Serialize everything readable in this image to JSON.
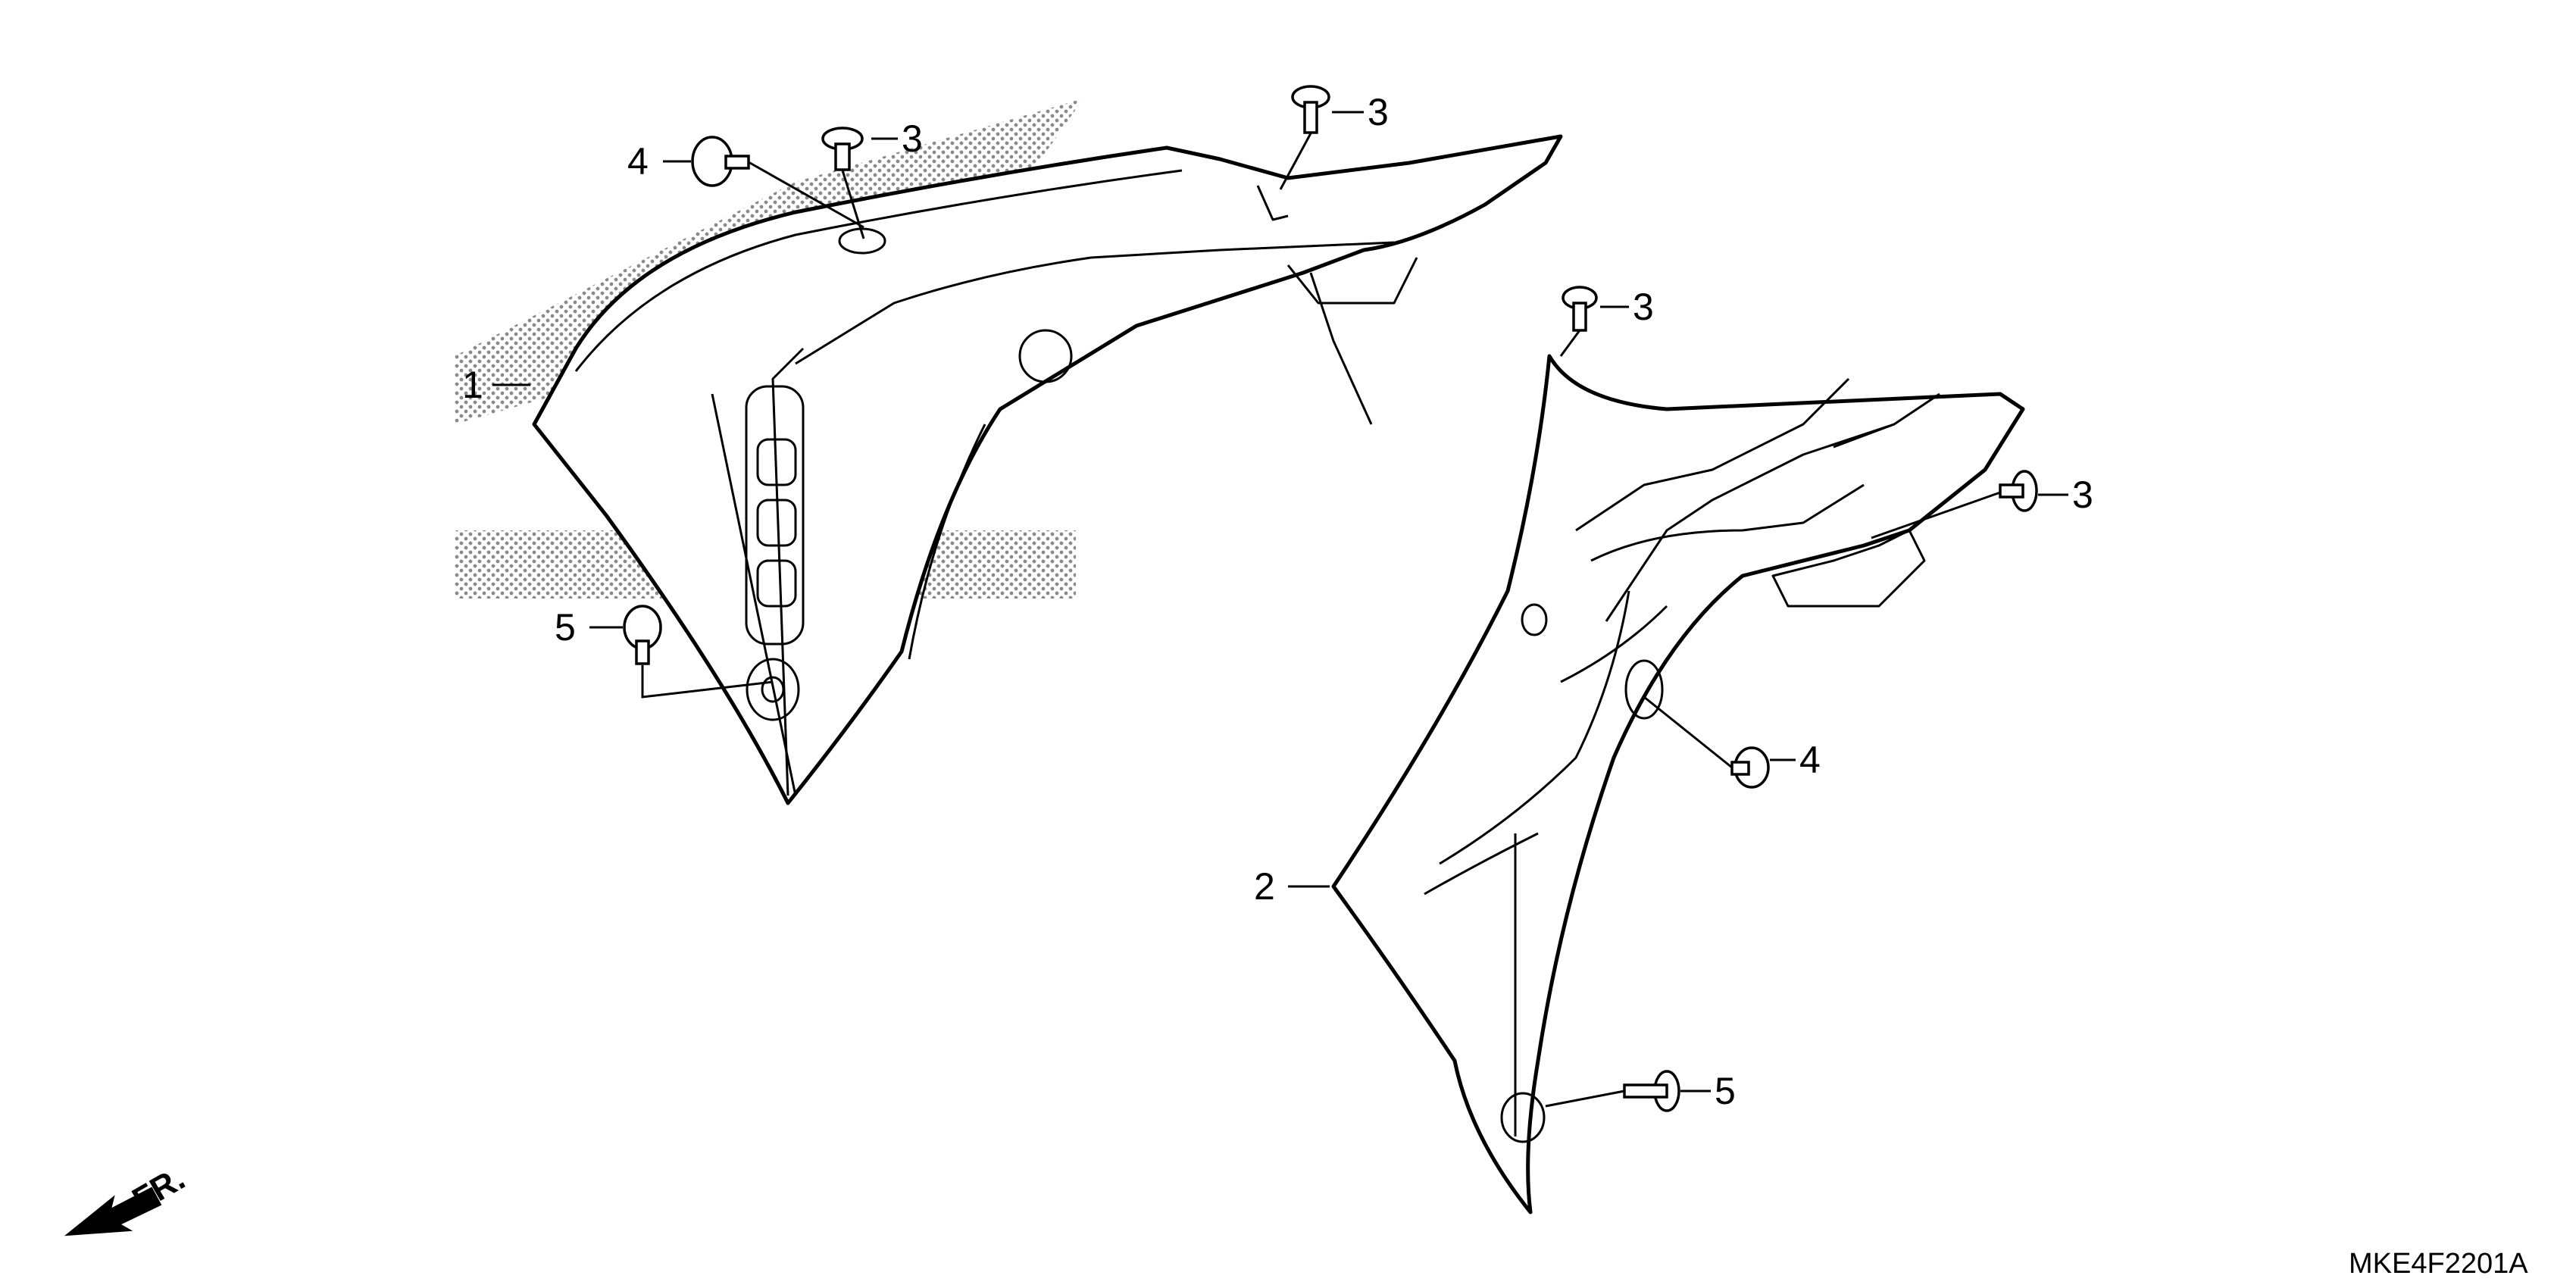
{
  "diagram": {
    "code": "MKE4F2201A",
    "front_marker": "FR.",
    "callouts": [
      {
        "id": "c1",
        "text": "1"
      },
      {
        "id": "c2",
        "text": "2"
      },
      {
        "id": "c3a",
        "text": "3"
      },
      {
        "id": "c3b",
        "text": "3"
      },
      {
        "id": "c3c",
        "text": "3"
      },
      {
        "id": "c3d",
        "text": "3"
      },
      {
        "id": "c4a",
        "text": "4"
      },
      {
        "id": "c4b",
        "text": "4"
      },
      {
        "id": "c5a",
        "text": "5"
      },
      {
        "id": "c5b",
        "text": "5"
      }
    ]
  }
}
